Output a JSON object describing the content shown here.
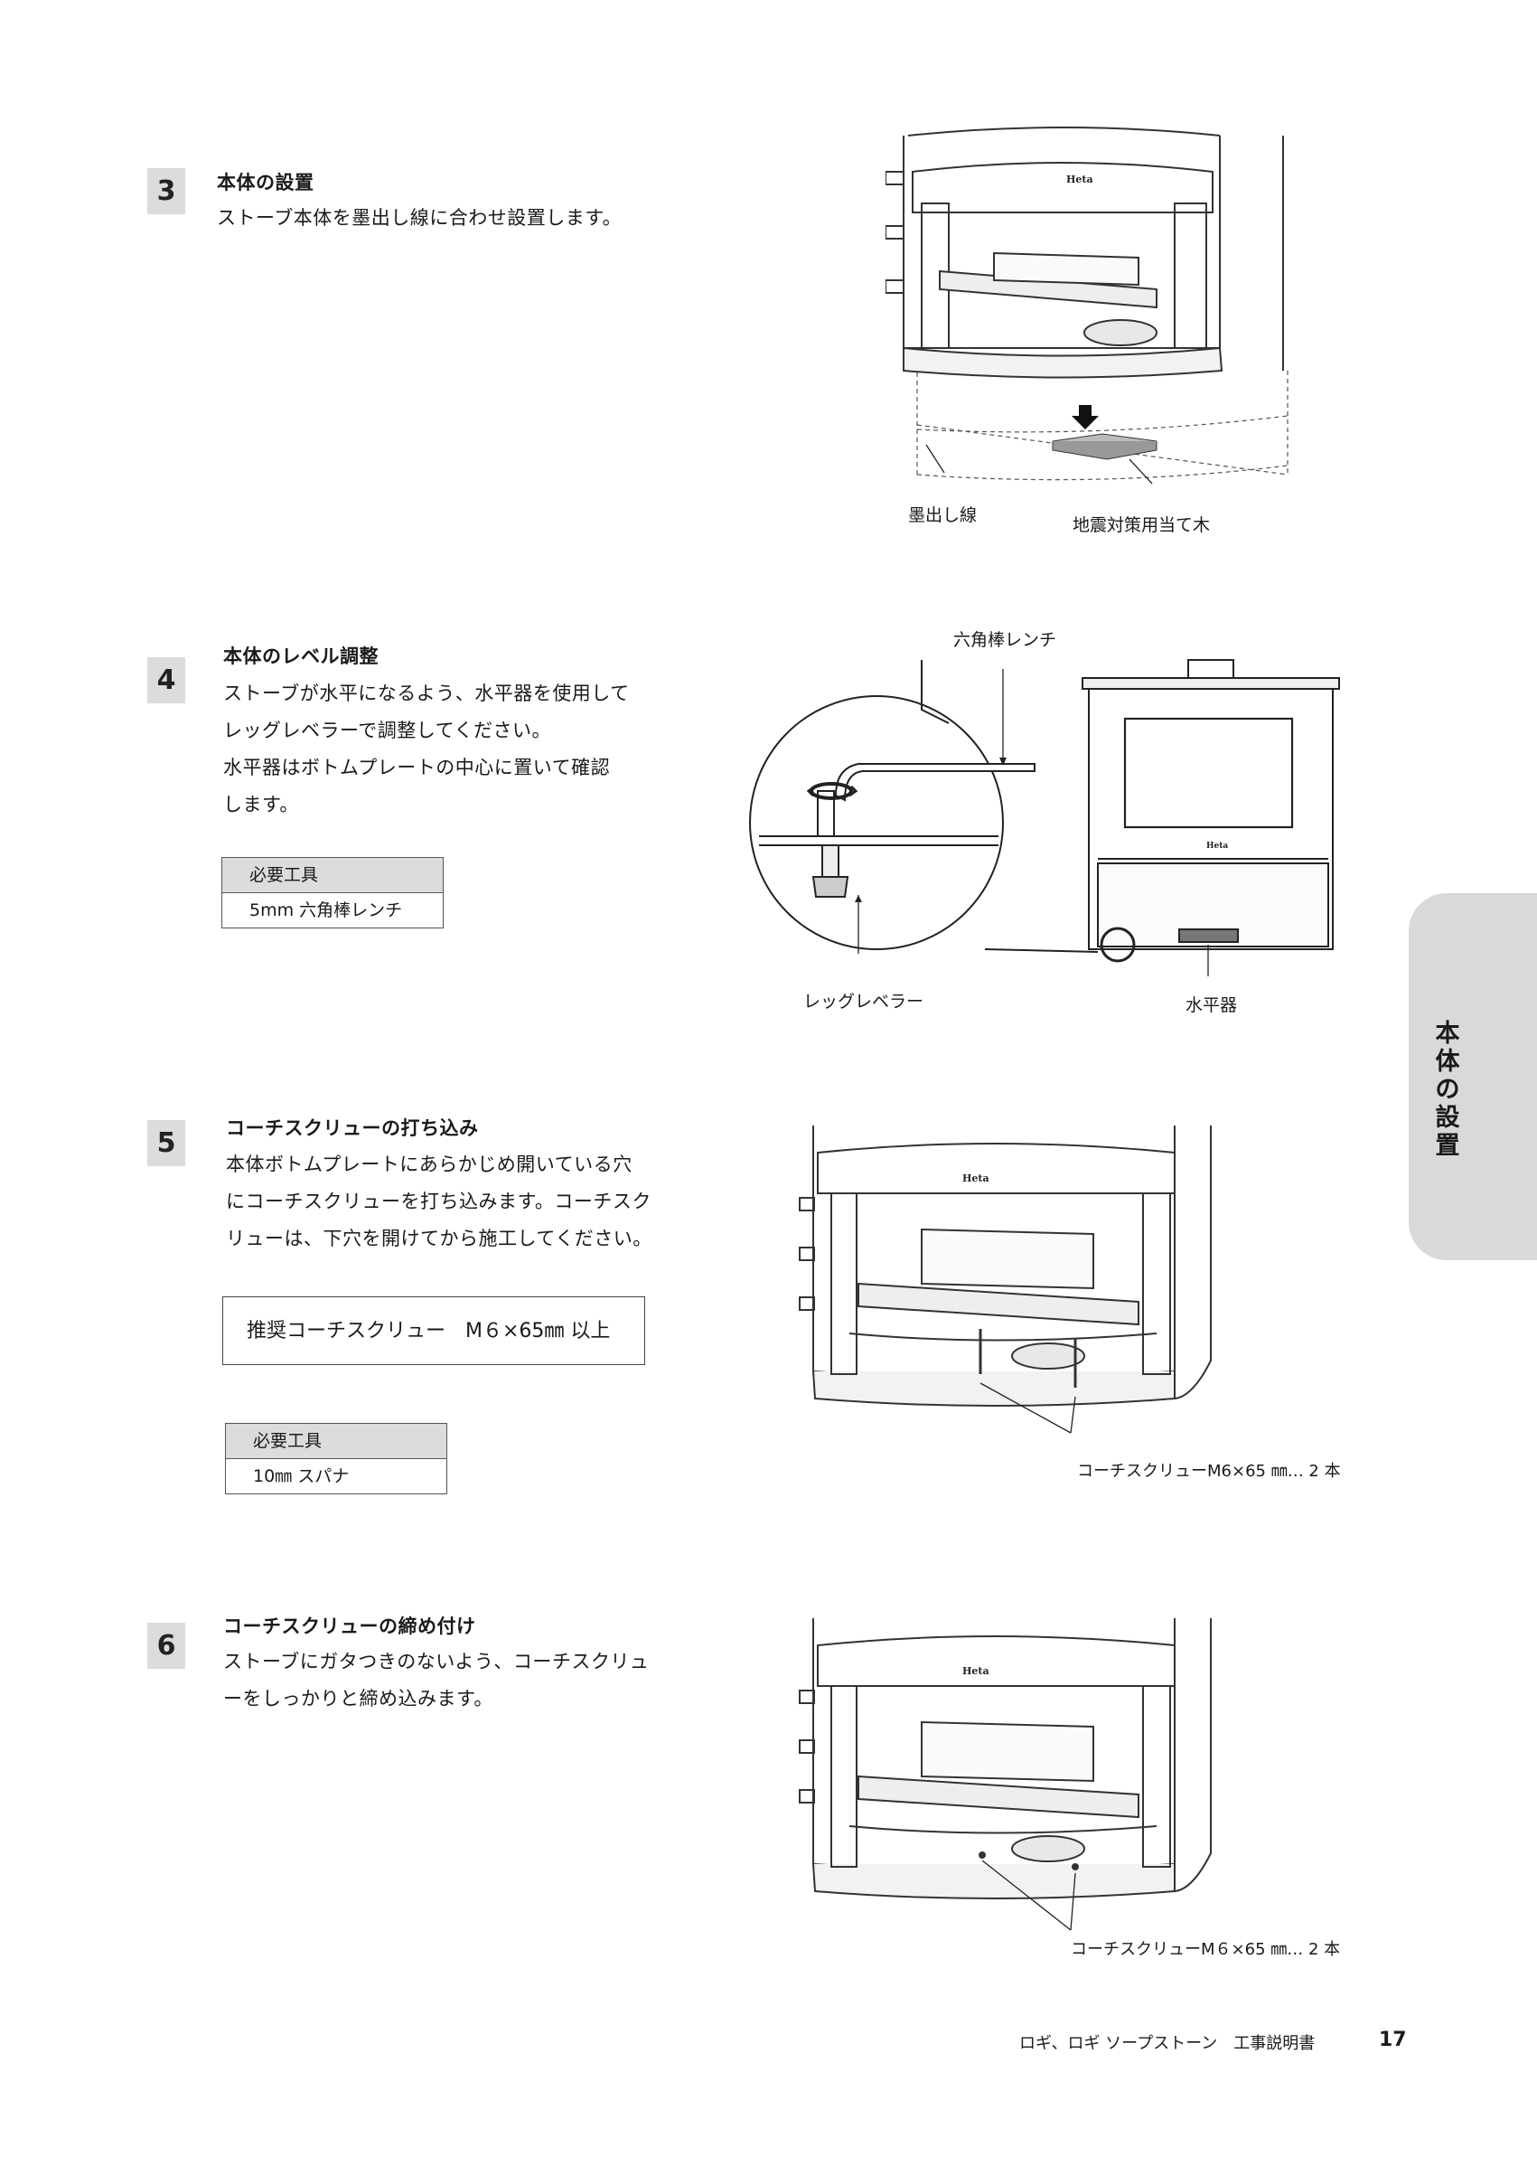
{
  "steps": [
    {
      "number": "3",
      "title": "本体の設置",
      "body": [
        "ストーブ本体を墨出し線に合わせ設置します。"
      ]
    },
    {
      "number": "4",
      "title": "本体のレベル調整",
      "body": [
        "ストーブが水平になるよう、水平器を使用して",
        "レッグレベラーで調整してください。",
        "水平器はボトムプレートの中心に置いて確認",
        "します。"
      ],
      "tools": {
        "header": "必要工具",
        "item": "5mm 六角棒レンチ"
      }
    },
    {
      "number": "5",
      "title": "コーチスクリューの打ち込み",
      "body": [
        "本体ボトムプレートにあらかじめ開いている穴",
        "にコーチスクリューを打ち込みます。コーチスク",
        "リューは、下穴を開けてから施工してください。"
      ],
      "recommend": "推奨コーチスクリュー　M６×65㎜ 以上",
      "tools": {
        "header": "必要工具",
        "item": "10㎜ スパナ"
      }
    },
    {
      "number": "6",
      "title": "コーチスクリューの締め付け",
      "body": [
        "ストーブにガタつきのないよう、コーチスクリュ",
        "ーをしっかりと締め込みます。"
      ]
    }
  ],
  "figures": {
    "fig3": {
      "label_line": "墨出し線",
      "label_block": "地震対策用当て木",
      "brand": "Heta"
    },
    "fig4": {
      "label_wrench": "六角棒レンチ",
      "label_leveler": "レッグレベラー",
      "label_level": "水平器",
      "brand": "Heta"
    },
    "fig5": {
      "label_screw": "コーチスクリューM6×65 ㎜… 2 本",
      "brand": "Heta"
    },
    "fig6": {
      "label_screw": "コーチスクリューM６×65 ㎜… 2 本",
      "brand": "Heta"
    }
  },
  "side_tab": [
    "本",
    "体",
    "の",
    "設",
    "置"
  ],
  "footer": {
    "doc_title": "ロギ、ロギ ソープストーン　工事説明書",
    "page": "17"
  }
}
